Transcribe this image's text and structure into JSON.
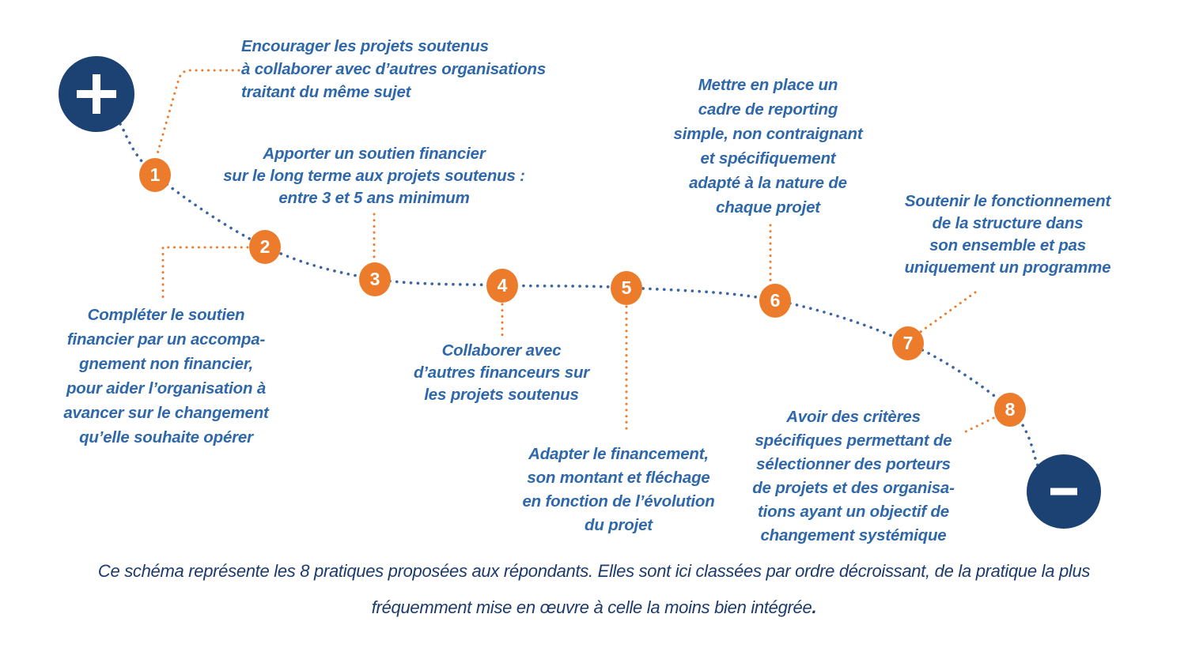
{
  "colors": {
    "navy": "#1c4274",
    "orange": "#ec7c2b",
    "text_blue": "#2e68ab",
    "caption_navy": "#1c3a6e",
    "dot_blue": "#3a65a2"
  },
  "diagram": {
    "endpoints": {
      "plus_symbol": "+",
      "minus_symbol": "−"
    },
    "items": [
      {
        "number": "1",
        "lines": [
          "Encourager les projets soutenus",
          "à collaborer avec d’autres organisations",
          "traitant du même sujet"
        ]
      },
      {
        "number": "2",
        "lines": [
          "Apporter un soutien financier",
          "sur le long terme aux projets soutenus :",
          "entre 3 et 5 ans minimum"
        ]
      },
      {
        "number": "3",
        "lines": [
          "Compléter le soutien",
          "financier par un accompa-",
          "gnement non financier,",
          "pour aider l’organisation à",
          "avancer sur le changement",
          "qu’elle souhaite opérer"
        ]
      },
      {
        "number": "4",
        "lines": [
          "Collaborer avec",
          "d’autres financeurs sur",
          "les projets soutenus"
        ]
      },
      {
        "number": "5",
        "lines": [
          "Adapter le financement,",
          "son montant et fléchage",
          "en fonction de l’évolution",
          "du projet"
        ]
      },
      {
        "number": "6",
        "lines": [
          "Mettre en place un",
          "cadre de reporting",
          "simple, non contraignant",
          "et spécifiquement",
          "adapté à la nature de",
          "chaque projet"
        ]
      },
      {
        "number": "7",
        "lines": [
          "Soutenir le fonctionnement",
          "de la structure dans",
          "son ensemble et pas",
          "uniquement un programme"
        ]
      },
      {
        "number": "8",
        "lines": [
          "Avoir des critères",
          "spécifiques permettant de",
          "sélectionner des porteurs",
          "de projets et des organisa-",
          "tions ayant un objectif de",
          "changement systémique"
        ]
      }
    ]
  },
  "caption": {
    "line1": "Ce schéma représente les 8 pratiques proposées aux répondants. Elles sont ici classées par ordre décroissant, de la pratique la plus",
    "line2": "fréquemment mise en œuvre à celle la moins bien intégrée",
    "period": "."
  }
}
